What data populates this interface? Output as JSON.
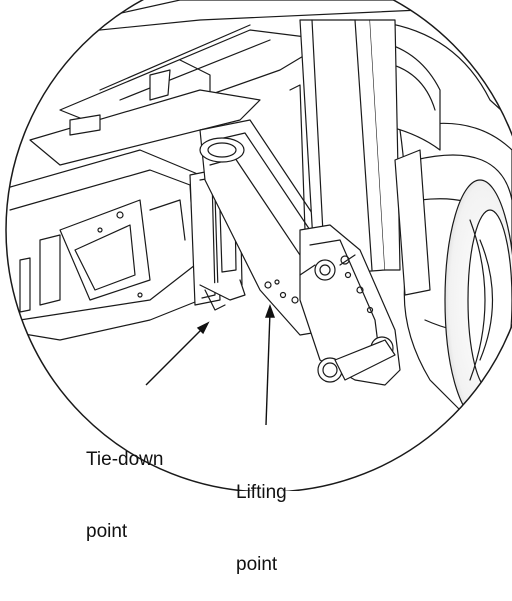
{
  "callouts": {
    "tie_down": {
      "line1": "Tie-down",
      "line2": "point"
    },
    "lifting": {
      "line1": "Lifting",
      "line2": "point"
    }
  }
}
